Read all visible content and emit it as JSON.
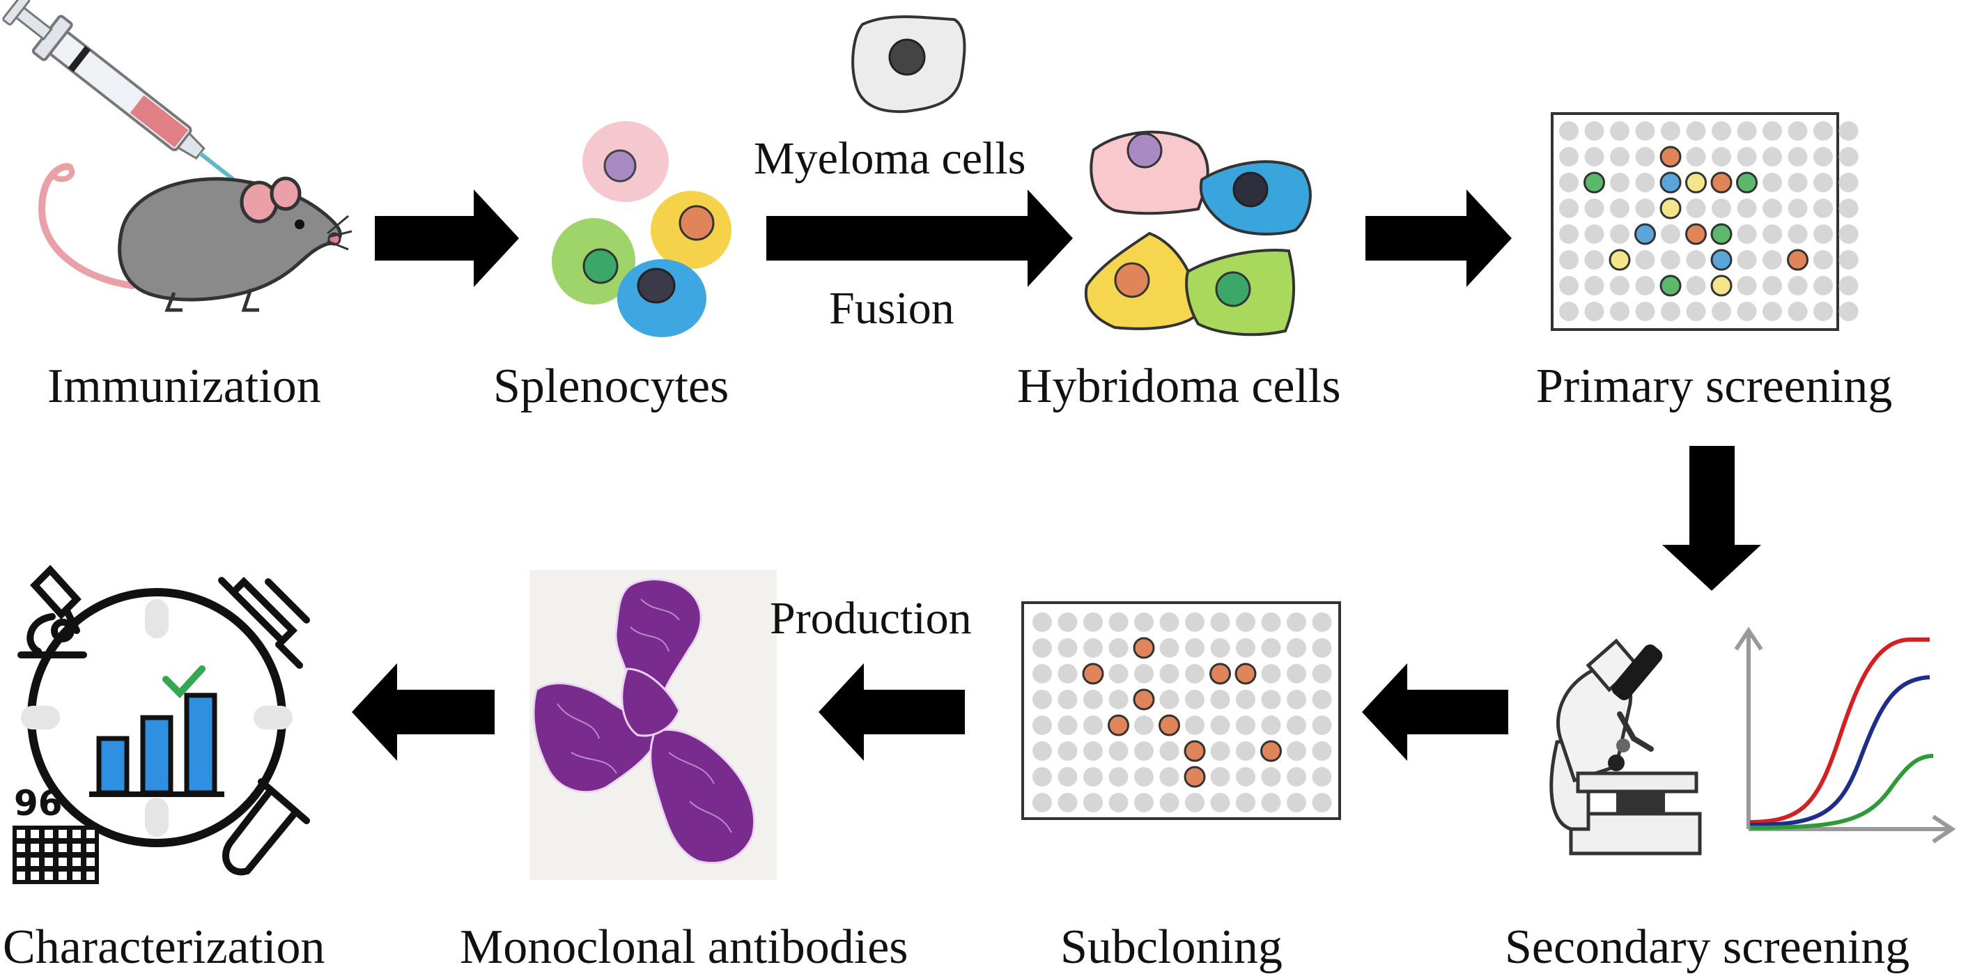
{
  "steps": {
    "immunization": "Immunization",
    "splenocytes": "Splenocytes",
    "hybridoma": "Hybridoma cells",
    "primary": "Primary screening",
    "secondary": "Secondary screening",
    "subcloning": "Subcloning",
    "antibodies": "Monoclonal antibodies",
    "characterization": "Characterization"
  },
  "annotations": {
    "myeloma": "Myeloma cells",
    "fusion": "Fusion",
    "production": "Production",
    "plate_count": "96"
  },
  "colors": {
    "arrow": "#000000",
    "well_empty": "#d6d6d6",
    "orange_cell": "#e0845a",
    "green_cell": "#5cb86a",
    "blue_cell": "#5aa6dc",
    "yellow_cell": "#f4e58a",
    "mouse": "#8a8a8a",
    "antibody": "#7a2b8e",
    "bar_blue": "#2f8fe0",
    "check_green": "#33a852",
    "curve_red": "#d42020",
    "curve_navy": "#1e2c8a",
    "curve_green": "#2e9a3a"
  },
  "plates": {
    "primary": {
      "rows": 8,
      "cols": 12
    },
    "subcloning": {
      "rows": 8,
      "cols": 12
    }
  }
}
